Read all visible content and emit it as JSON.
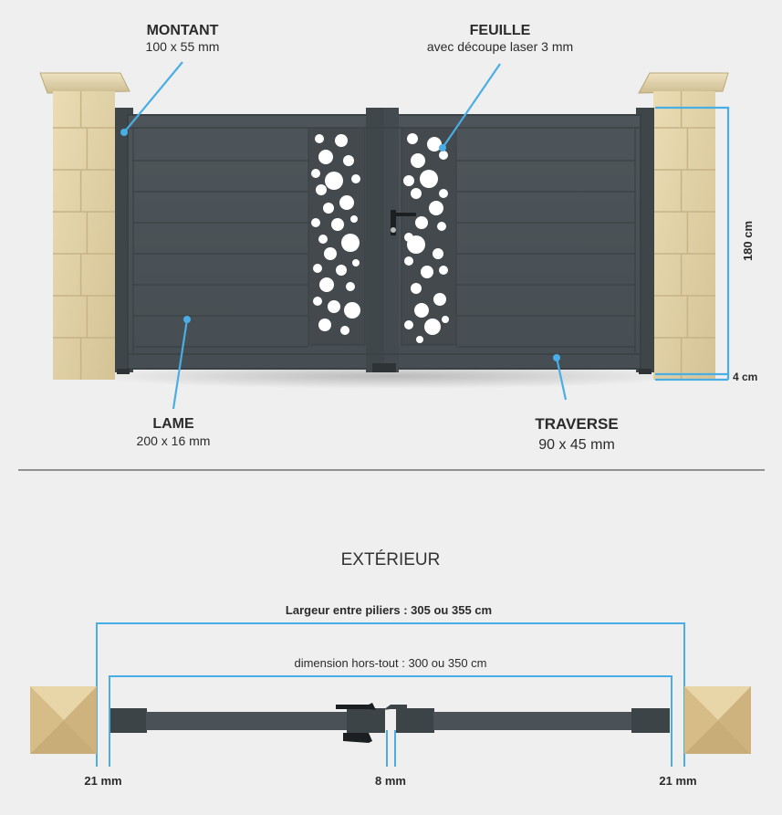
{
  "labels": {
    "montant_title": "MONTANT",
    "montant_sub": "100 x 55 mm",
    "feuille_title": "FEUILLE",
    "feuille_sub": "avec découpe laser 3 mm",
    "lame_title": "LAME",
    "lame_sub": "200 x 16 mm",
    "traverse_title": "TRAVERSE",
    "traverse_sub": "90 x 45 mm",
    "height_dim": "180 cm",
    "ground_dim": "4 cm"
  },
  "plan": {
    "title": "EXTÉRIEUR",
    "width_between_pillars": "Largeur entre piliers : 305 ou 355 cm",
    "overall_dimension": "dimension hors-tout : 300 ou 350 cm",
    "left_gap": "21 mm",
    "center_gap": "8 mm",
    "right_gap": "21 mm"
  },
  "colors": {
    "background": "#efefef",
    "gate": "#4a5257",
    "gate_dark": "#3c4347",
    "accent_line": "#4aaee6",
    "stone": "#e3d4a8",
    "stone_dark": "#c8b78a",
    "pillar_cap": "#d9c99e"
  }
}
